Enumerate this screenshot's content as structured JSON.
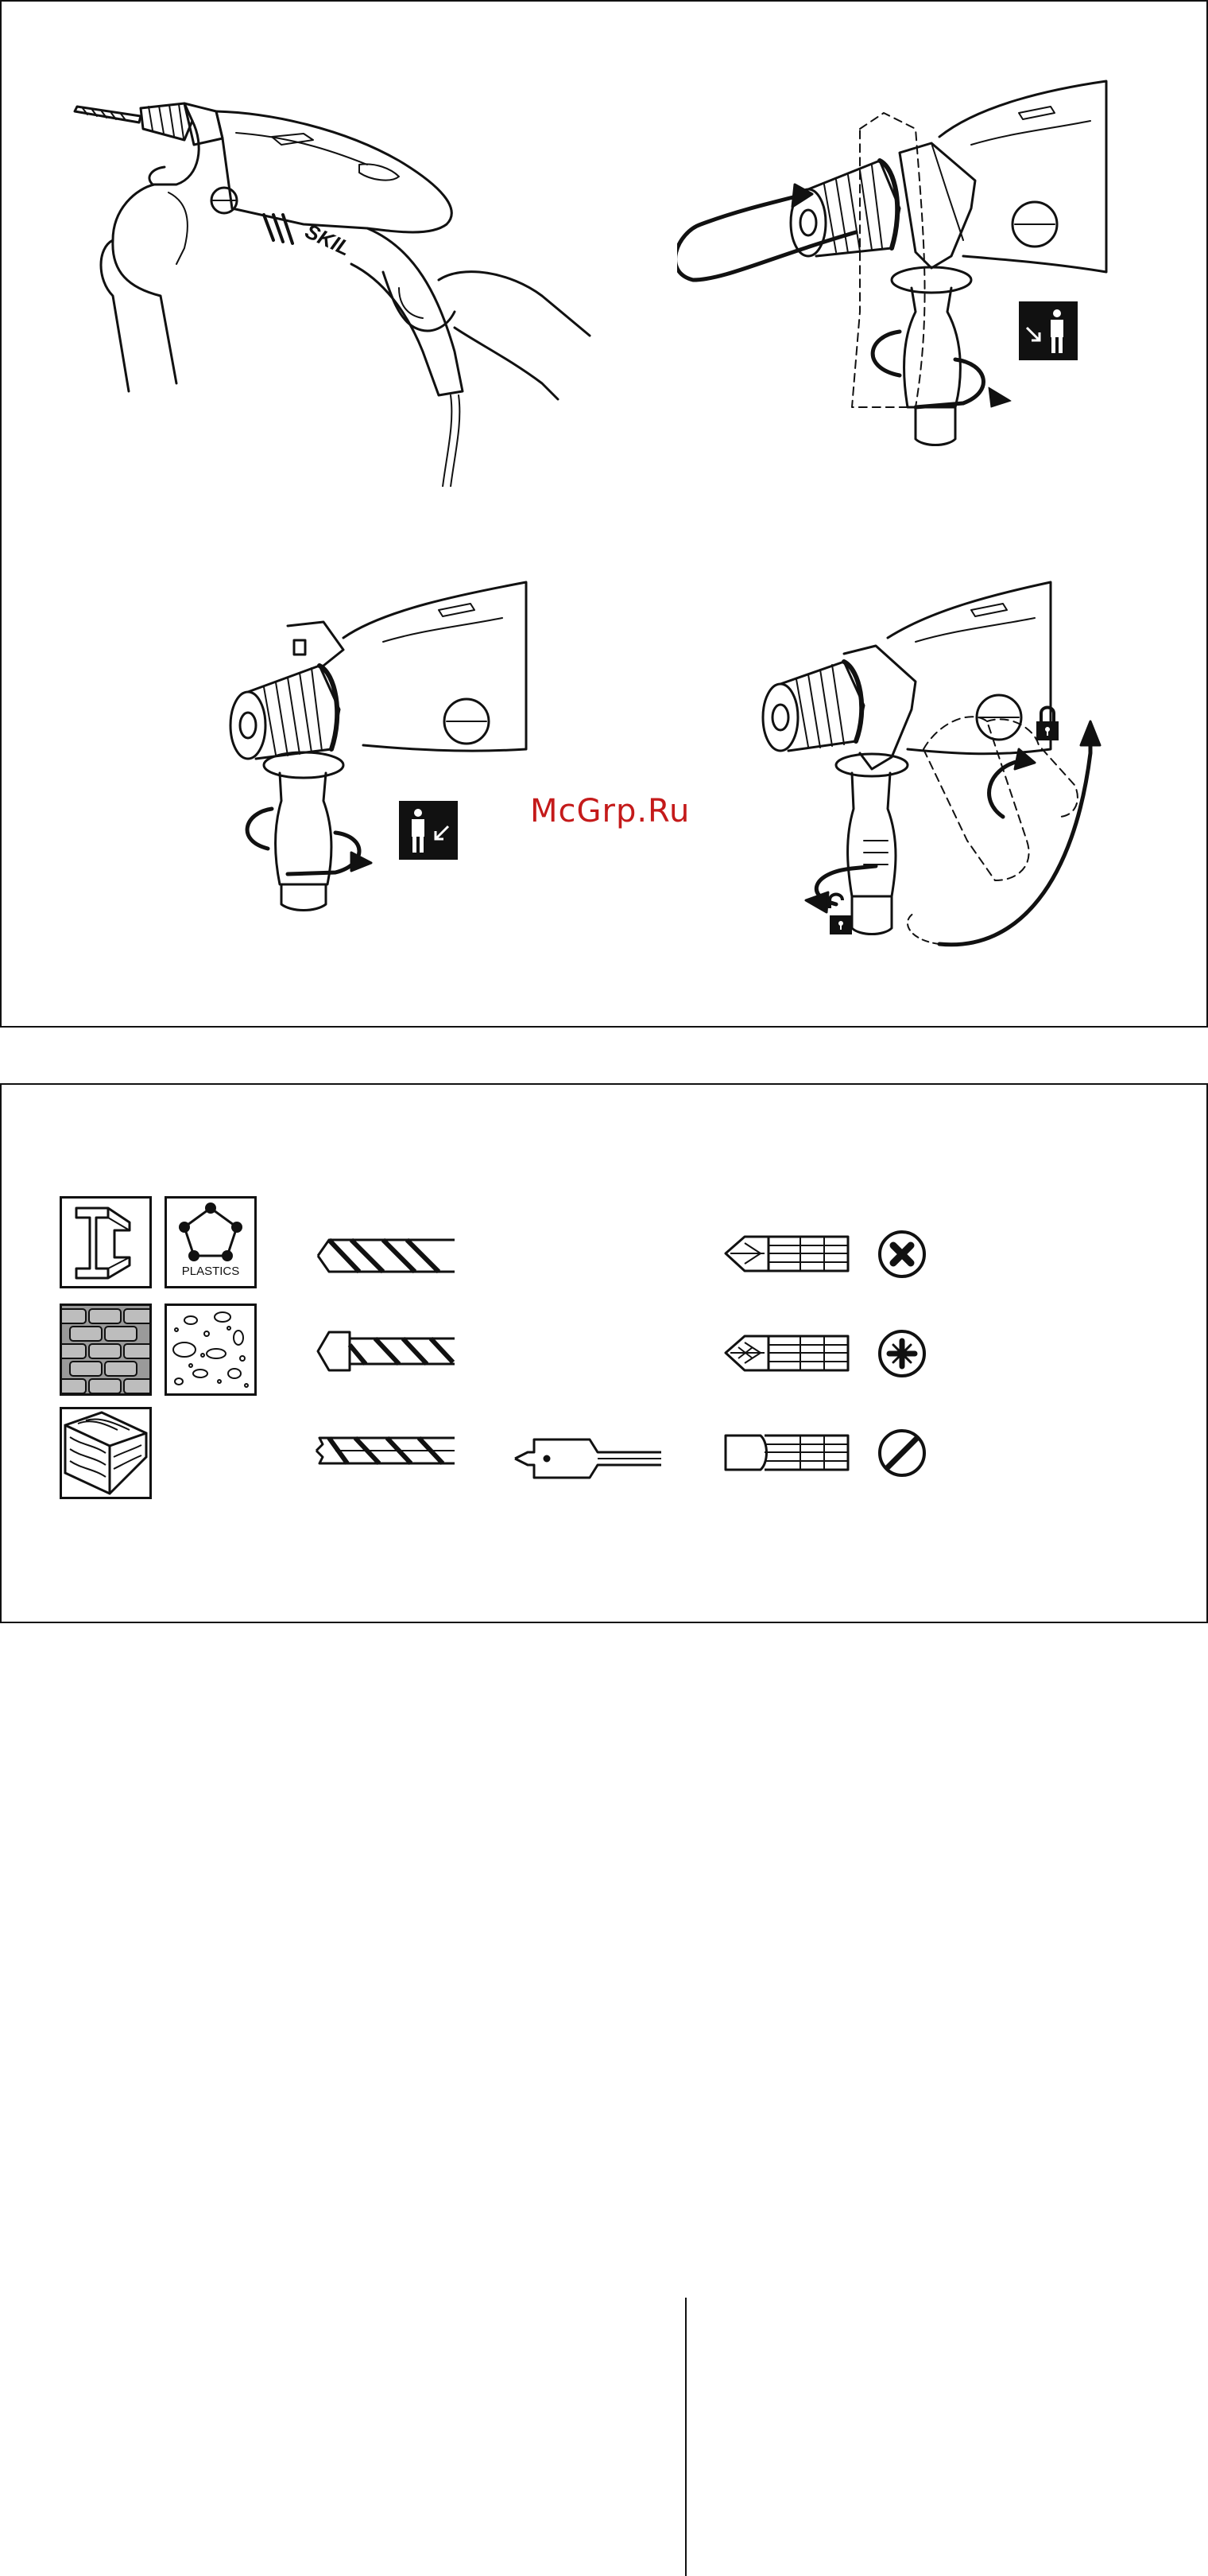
{
  "top_panel": {
    "brand_text": "SKIL"
  },
  "watermark": {
    "text": "McGrp.Ru",
    "color": "#c41a1a"
  },
  "bottom_panel": {
    "materials": [
      {
        "name": "metal",
        "icon": "steel-beam-icon",
        "label": ""
      },
      {
        "name": "plastics",
        "icon": "plastics-icon",
        "label": "PLASTICS"
      },
      {
        "name": "masonry",
        "icon": "brick-wall-icon",
        "label": ""
      },
      {
        "name": "concrete",
        "icon": "concrete-icon",
        "label": ""
      },
      {
        "name": "wood",
        "icon": "wood-grain-icon",
        "label": ""
      }
    ],
    "drill_bits": [
      "metal-drill-bit-icon",
      "masonry-drill-bit-icon",
      "wood-drill-bit-icon",
      "spade-bit-icon"
    ],
    "screw_bits": [
      "phillips-bit-icon",
      "pozidriv-bit-icon",
      "slotted-bit-icon"
    ],
    "screw_heads": [
      "phillips-head-icon",
      "pozidriv-head-icon",
      "slotted-head-icon"
    ]
  }
}
